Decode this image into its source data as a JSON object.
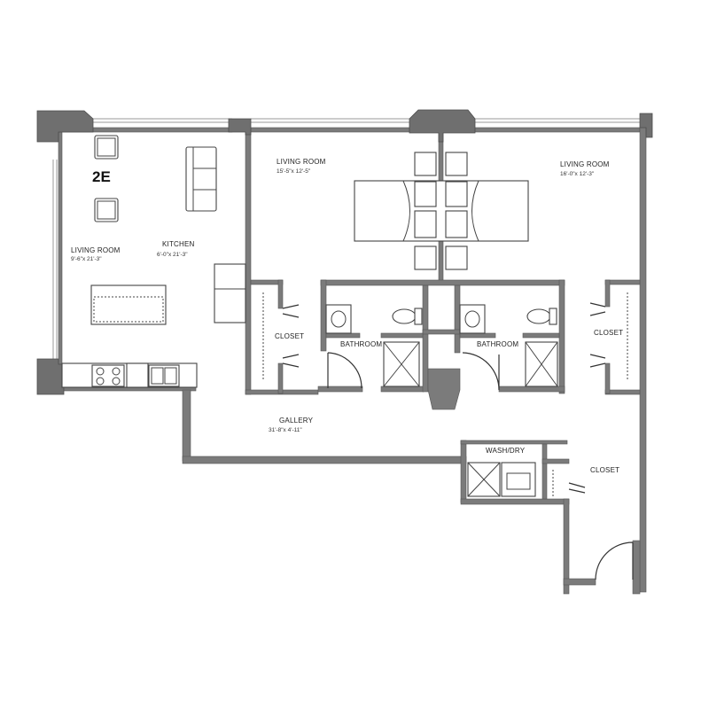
{
  "unit_name": "2E",
  "rooms": {
    "living_room_left": {
      "label": "LIVING ROOM",
      "dims": "9'-6\"x 21'-3\""
    },
    "kitchen": {
      "label": "KITCHEN",
      "dims": "6'-0\"x 21'-3\""
    },
    "living_room_center": {
      "label": "LIVING ROOM",
      "dims": "15'-5\"x 12'-5\""
    },
    "living_room_right": {
      "label": "LIVING ROOM",
      "dims": "16'-0\"x 12'-3\""
    },
    "closet_left": {
      "label": "CLOSET"
    },
    "bathroom_left": {
      "label": "BATHROOM"
    },
    "bathroom_right": {
      "label": "BATHROOM"
    },
    "closet_right": {
      "label": "CLOSET"
    },
    "gallery": {
      "label": "GALLERY",
      "dims": "31'-8\"x 4'-11\""
    },
    "wash_dry": {
      "label": "WASH/DRY"
    },
    "closet_hall": {
      "label": "CLOSET"
    }
  },
  "colors": {
    "wall": "#7b7b7b",
    "background": "#ffffff",
    "line": "#444444"
  }
}
